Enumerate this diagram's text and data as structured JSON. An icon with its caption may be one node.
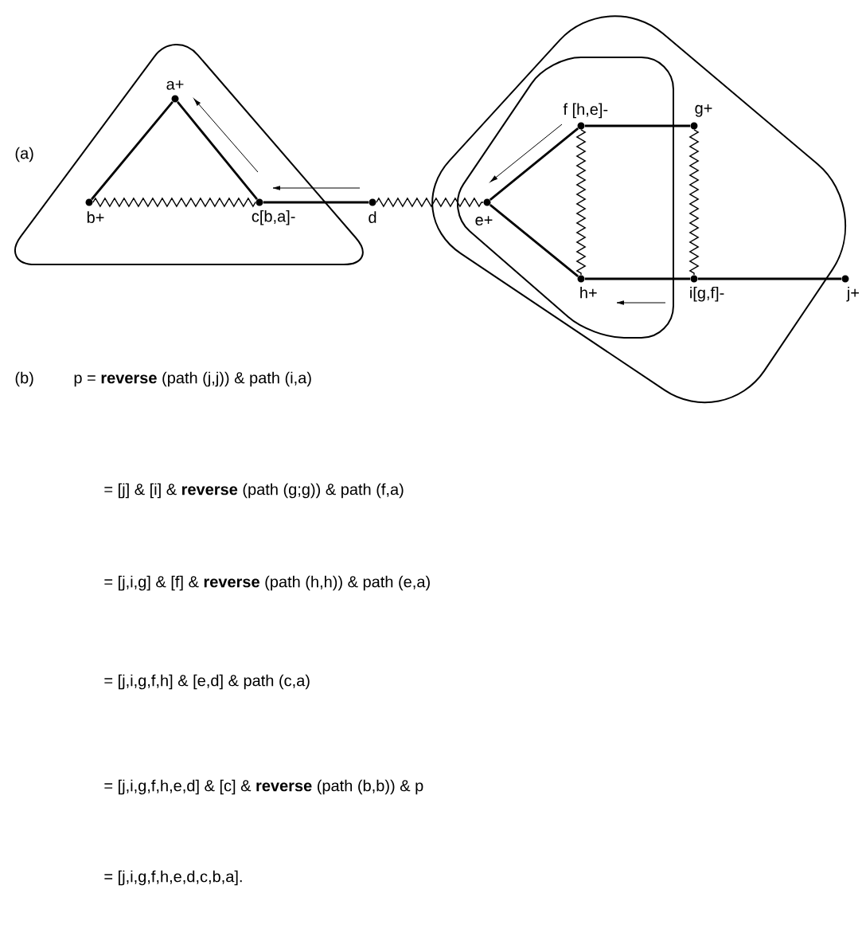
{
  "diagram": {
    "nodes": [
      {
        "text": [
          "a+"
        ]
      },
      {
        "text": [
          "b+"
        ]
      },
      {
        "text": [
          "c[b,a]-"
        ]
      },
      {
        "text": [
          "d"
        ]
      },
      {
        "text": [
          "e+"
        ]
      },
      {
        "text": [
          "f [h,e]-"
        ]
      },
      {
        "text": [
          "g+"
        ]
      },
      {
        "text": [
          "h+"
        ]
      },
      {
        "text": [
          "i[g,f]-"
        ]
      },
      {
        "text": [
          "j+"
        ]
      }
    ],
    "edges": [
      {
        "from": 0,
        "to": 1,
        "arrow": "none"
      },
      {
        "from": 0,
        "to": 2,
        "arrow": "none"
      },
      {
        "from": 1,
        "to": 2,
        "arrow": "none"
      },
      {
        "from": 2,
        "to": 3,
        "arrow": "none"
      },
      {
        "from": 3,
        "to": 4,
        "arrow": "none"
      },
      {
        "from": 4,
        "to": 5,
        "arrow": "none"
      },
      {
        "from": 4,
        "to": 7,
        "arrow": "none"
      },
      {
        "from": 5,
        "to": 6,
        "arrow": "none"
      },
      {
        "from": 5,
        "to": 7,
        "arrow": "none"
      },
      {
        "from": 6,
        "to": 8,
        "arrow": "none"
      },
      {
        "from": 7,
        "to": 8,
        "arrow": "none"
      },
      {
        "from": 8,
        "to": 9,
        "arrow": "none"
      }
    ],
    "labels": [
      "(a)",
      "(b)",
      "p = **reverse** (path (j,j)) & path (i,a)",
      "= [j] & [i] & **reverse** (path (g;g)) & path (f,a)",
      "= [j,i,g] & [f] & **reverse** (path (h,h)) & path (e,a)",
      "= [j,i,g,f,h] & [e,d] & path (c,a)",
      "= [j,i,g,f,h,e,d] & [c] & **reverse** (path (b,b)) & p",
      "= [j,i,g,f,h,e,d,c,b,a]."
    ]
  }
}
